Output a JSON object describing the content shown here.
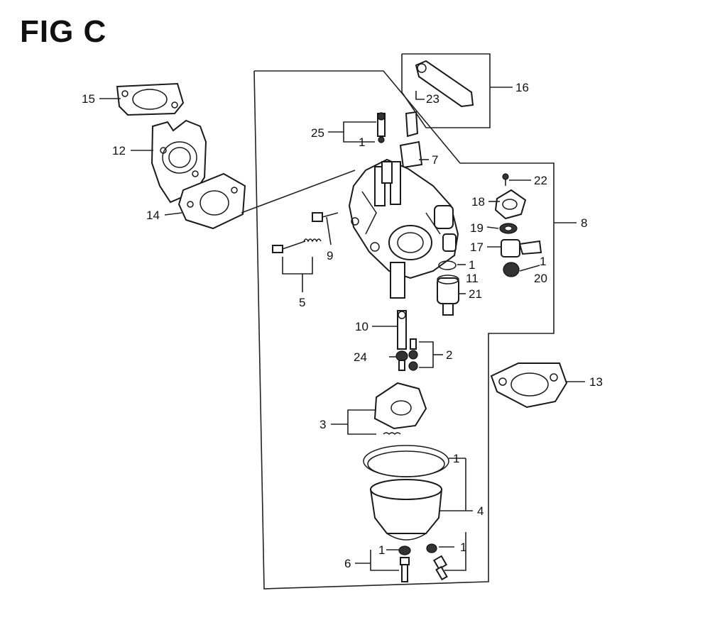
{
  "figure": {
    "title": "FIG C"
  },
  "callouts": [
    {
      "id": "c15",
      "text": "15"
    },
    {
      "id": "c12",
      "text": "12"
    },
    {
      "id": "c14",
      "text": "14"
    },
    {
      "id": "c25",
      "text": "25"
    },
    {
      "id": "c1a",
      "text": "1"
    },
    {
      "id": "c7",
      "text": "7"
    },
    {
      "id": "c23",
      "text": "23"
    },
    {
      "id": "c16",
      "text": "16"
    },
    {
      "id": "c22",
      "text": "22"
    },
    {
      "id": "c18",
      "text": "18"
    },
    {
      "id": "c8",
      "text": "8"
    },
    {
      "id": "c19",
      "text": "19"
    },
    {
      "id": "c17",
      "text": "17"
    },
    {
      "id": "c1b",
      "text": "1"
    },
    {
      "id": "c20",
      "text": "20"
    },
    {
      "id": "c1c",
      "text": "1"
    },
    {
      "id": "c11",
      "text": "11"
    },
    {
      "id": "c21",
      "text": "21"
    },
    {
      "id": "c9",
      "text": "9"
    },
    {
      "id": "c5",
      "text": "5"
    },
    {
      "id": "c10",
      "text": "10"
    },
    {
      "id": "c24",
      "text": "24"
    },
    {
      "id": "c2",
      "text": "2"
    },
    {
      "id": "c13",
      "text": "13"
    },
    {
      "id": "c3",
      "text": "3"
    },
    {
      "id": "c1d",
      "text": "1"
    },
    {
      "id": "c4",
      "text": "4"
    },
    {
      "id": "c1e",
      "text": "1"
    },
    {
      "id": "c1f",
      "text": "1"
    },
    {
      "id": "c6",
      "text": "6"
    }
  ]
}
